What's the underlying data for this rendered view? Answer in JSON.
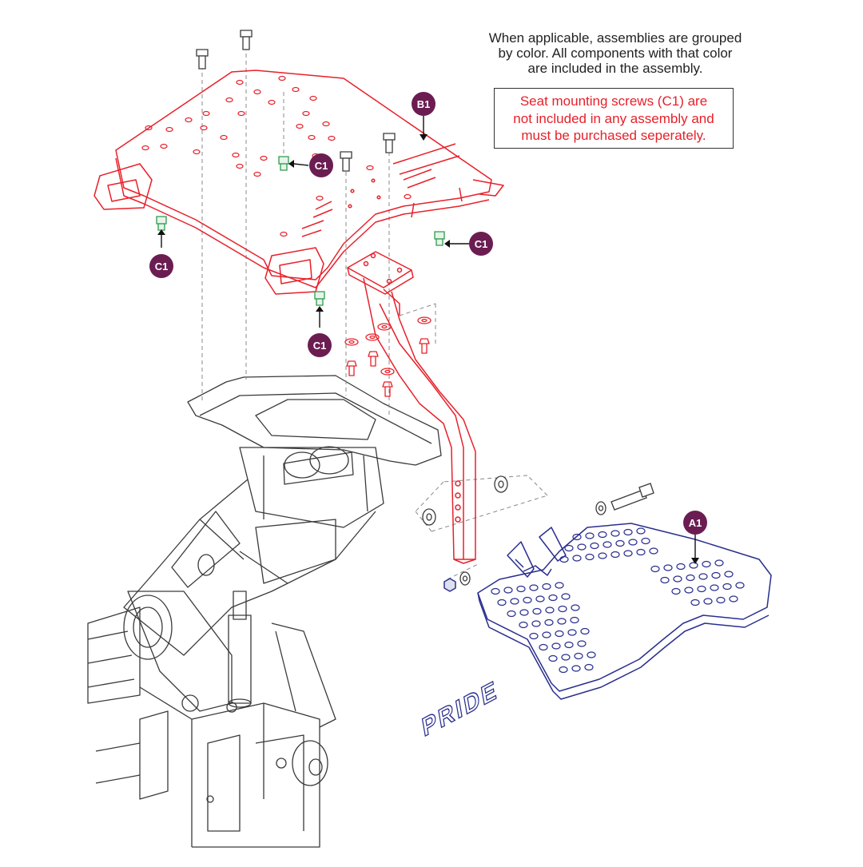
{
  "note": {
    "lines": [
      "When applicable, assemblies are grouped",
      "by color. All components with that color",
      "are included in the assembly."
    ]
  },
  "warning": {
    "lines": [
      "Seat mounting screws (C1) are",
      "not included in any assembly and",
      "must be purchased seperately."
    ]
  },
  "callouts": {
    "b1": "B1",
    "a1": "A1",
    "c1": "C1"
  },
  "footplate": {
    "brand": "PRIDE"
  },
  "colors": {
    "assembly_b1": "#e8202a",
    "assembly_a1": "#2a2f8f",
    "screws_c1": "#2e9a4e",
    "callout_fill": "#6b1d52",
    "base_line": "#3a3a3a",
    "warning_text": "#e8202a"
  }
}
